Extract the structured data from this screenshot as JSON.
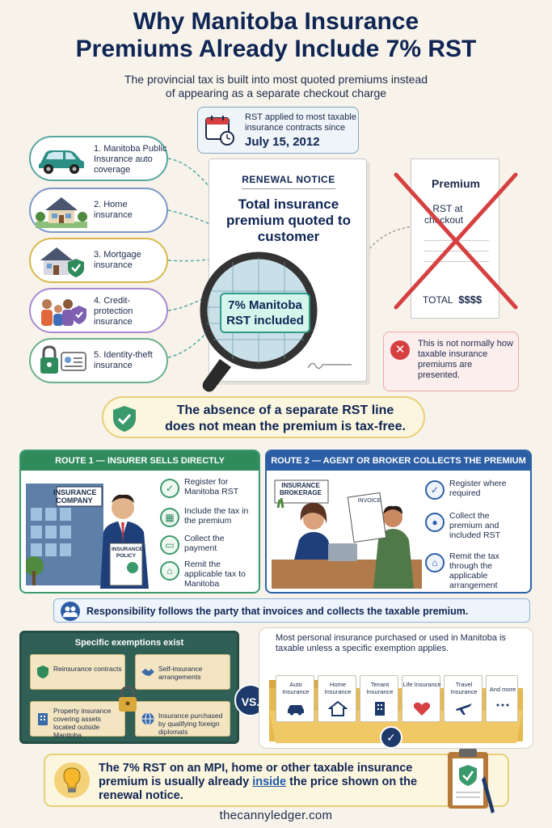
{
  "header": {
    "title_line1": "Why Manitoba Insurance",
    "title_line2": "Premiums Already Include 7% RST",
    "subtitle_line1": "The provincial tax is built into most quoted premiums instead",
    "subtitle_line2": "of appearing as a separate checkout charge"
  },
  "date_callout": {
    "text": "RST applied to most taxable insurance contracts since",
    "date": "July 15, 2012"
  },
  "insurance_types": [
    {
      "label": "1. Manitoba Public Insurance auto coverage"
    },
    {
      "label": "2. Home insurance"
    },
    {
      "label": "3. Mortgage insurance"
    },
    {
      "label": "4. Credit-protection insurance"
    },
    {
      "label": "5. Identity-theft insurance"
    }
  ],
  "renewal_notice": {
    "heading": "RENEWAL NOTICE",
    "body": "Total insurance premium quoted to customer",
    "badge": "7% Manitoba RST included"
  },
  "receipt": {
    "heading": "Premium",
    "line": "+ RST at checkout",
    "total_label": "TOTAL",
    "total_value": "$$$$"
  },
  "not_normal": {
    "icon": "x-icon",
    "text": "This is not normally how taxable insurance premiums are presented."
  },
  "absence_banner": {
    "line1": "The absence of a separate RST line",
    "line2": "does not mean the premium is tax-free."
  },
  "route1": {
    "tab": "ROUTE 1 — INSURER SELLS DIRECTLY",
    "building_sign": "INSURANCE COMPANY",
    "policy_label": "INSURANCE POLICY",
    "steps": [
      {
        "icon": "clipboard-check-icon",
        "text": "Register for Manitoba RST"
      },
      {
        "icon": "calculator-icon",
        "text": "Include the tax in the premium"
      },
      {
        "icon": "card-icon",
        "text": "Collect the payment"
      },
      {
        "icon": "bank-icon",
        "text": "Remit the applicable tax to Manitoba"
      }
    ]
  },
  "route2": {
    "tab": "ROUTE 2 — AGENT OR BROKER COLLECTS THE PREMIUM",
    "sign": "INSURANCE BROKERAGE",
    "invoice_label": "INVOICE",
    "steps": [
      {
        "icon": "clipboard-check-icon",
        "text": "Register where required"
      },
      {
        "icon": "people-icon",
        "text": "Collect the premium and included RST"
      },
      {
        "icon": "bank-icon",
        "text": "Remit the tax through the applicable arrangement"
      }
    ]
  },
  "responsibility": {
    "text": "Responsibility follows the party that invoices and collects the taxable premium."
  },
  "exemptions": {
    "title": "Specific exemptions exist",
    "items": [
      {
        "icon": "shield-icon",
        "text": "Reinsurance contracts"
      },
      {
        "icon": "handshake-icon",
        "text": "Self-insurance arrangements"
      },
      {
        "icon": "building-icon",
        "text": "Property insurance covering assets located outside Manitoba"
      },
      {
        "icon": "globe-icon",
        "text": "Insurance purchased by qualifying foreign diplomats"
      }
    ]
  },
  "vs_label": "VS.",
  "taxable": {
    "text": "Most personal insurance purchased or used in Manitoba is taxable unless a specific exemption applies.",
    "cards": [
      {
        "label": "Auto Insurance",
        "icon": "car-icon"
      },
      {
        "label": "Home Insurance",
        "icon": "house-icon"
      },
      {
        "label": "Tenant Insurance",
        "icon": "apartment-icon"
      },
      {
        "label": "Life Insurance",
        "icon": "heart-icon"
      },
      {
        "label": "Travel Insurance",
        "icon": "plane-icon"
      },
      {
        "label": "And more",
        "icon": "dots-icon"
      }
    ]
  },
  "bottom_banner": {
    "text_before": "The 7% RST on an MPI, home or other taxable insurance premium is usually already",
    "emphasis": "inside",
    "text_after": "the price shown on the renewal notice."
  },
  "footer": "thecannyledger.com",
  "colors": {
    "navy": "#0f2554",
    "teal": "#2f9c8a",
    "route1_green": "#2f8a5c",
    "route2_blue": "#2c5ea6",
    "red": "#d64040",
    "banner_yellow": "#fdf6de"
  }
}
